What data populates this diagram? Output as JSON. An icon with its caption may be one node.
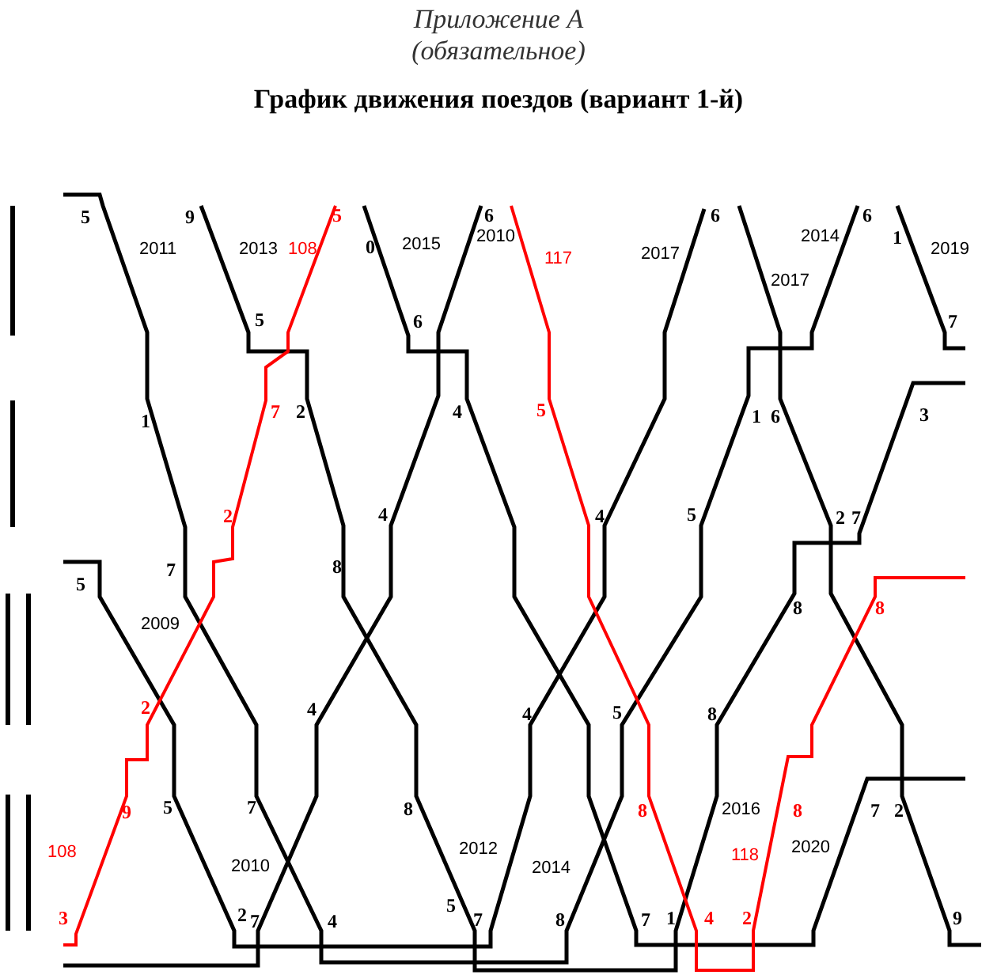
{
  "diagram": {
    "title": "График движения поездов (вариант 1-й)",
    "labels": [
      "Приложение А",
      "(обязательное)",
      "5",
      "9",
      "5",
      "0",
      "6",
      "6",
      "6",
      "1",
      "2011",
      "2013",
      "108",
      "2015",
      "2010",
      "117",
      "2017",
      "2017",
      "2014",
      "2019",
      "5",
      "6",
      "7",
      "1",
      "7",
      "2",
      "4",
      "5",
      "1",
      "6",
      "3",
      "2",
      "4",
      "4",
      "5",
      "2",
      "7",
      "5",
      "7",
      "8",
      "8",
      "8",
      "2009",
      "2",
      "4",
      "4",
      "5",
      "8",
      "9",
      "5",
      "7",
      "8",
      "8",
      "2016",
      "8",
      "7",
      "2",
      "108",
      "2012",
      "2014",
      "118",
      "2020",
      "2010",
      "3",
      "2",
      "7",
      "4",
      "5",
      "7",
      "8",
      "7",
      "1",
      "4",
      "2",
      "9"
    ]
  }
}
